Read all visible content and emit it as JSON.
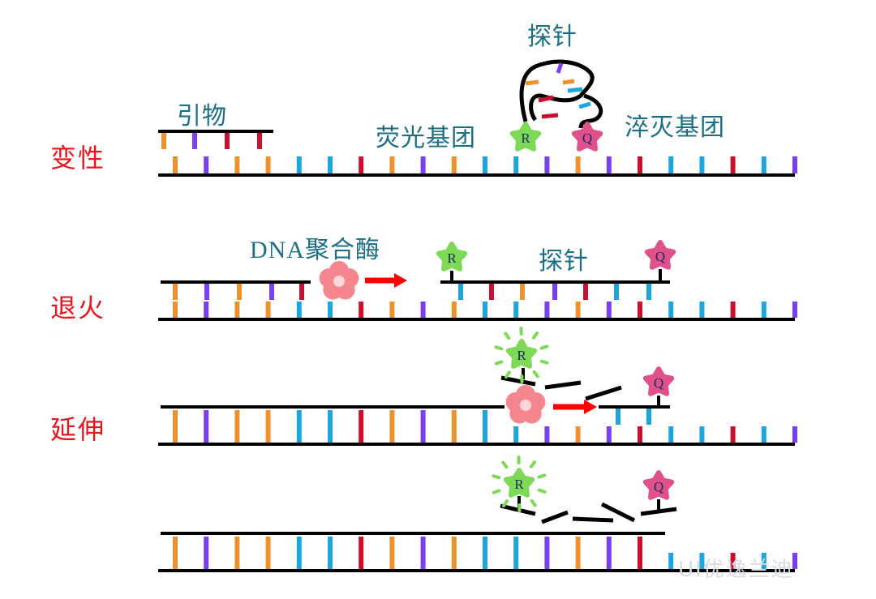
{
  "stages": {
    "denature": "变性",
    "anneal": "退火",
    "extend": "延伸"
  },
  "labels": {
    "primer": "引物",
    "probe": "探针",
    "reporter_group": "荧光基团",
    "quencher_group": "淬灭基团",
    "dna_polymerase": "DNA聚合酶",
    "probe_2": "探针"
  },
  "markers": {
    "reporter": "R",
    "quencher": "Q"
  },
  "watermark": "UI优逸兰迪",
  "colors": {
    "strand": "#000000",
    "base_orange": "#f0922a",
    "base_purple": "#7a3ff0",
    "base_red": "#c8102e",
    "base_blue": "#1ba6e0",
    "reporter_fill": "#7ed957",
    "quencher_fill": "#e0508a",
    "enzyme_fill": "#f5868e",
    "arrow": "#ff0000",
    "stage_text": "#e8141c",
    "label_text": "#1a6f86"
  }
}
